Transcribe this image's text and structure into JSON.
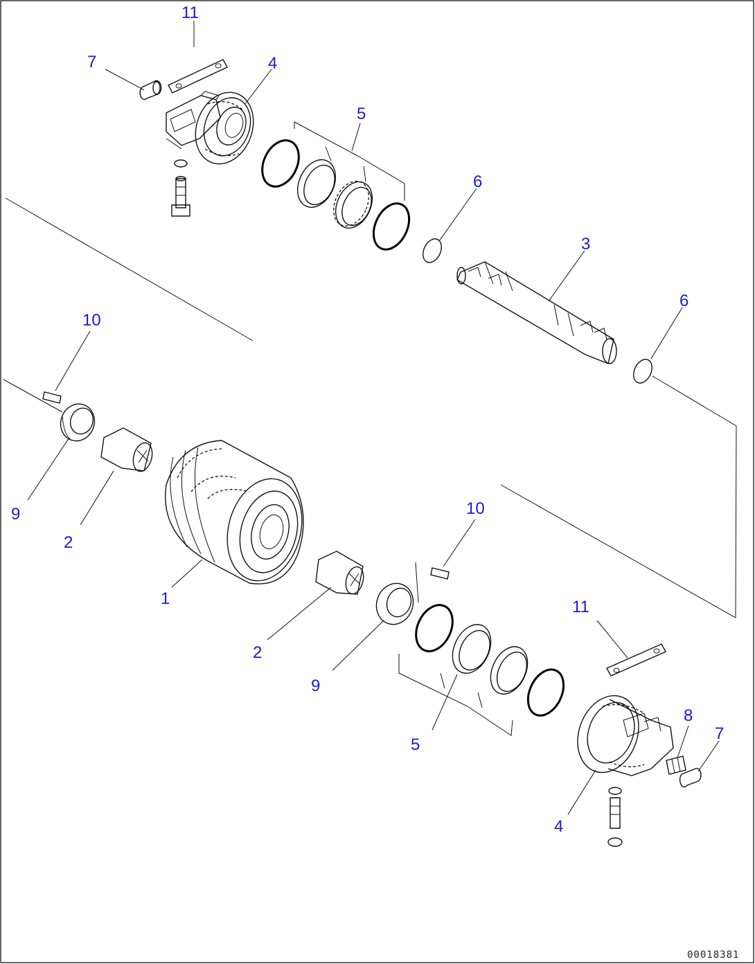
{
  "part_labels": {
    "p1": "1",
    "p2a": "2",
    "p2b": "2",
    "p3": "3",
    "p4a": "4",
    "p4b": "4",
    "p5a": "5",
    "p5b": "5",
    "p6a": "6",
    "p6b": "6",
    "p7a": "7",
    "p7b": "7",
    "p8": "8",
    "p9a": "9",
    "p9b": "9",
    "p10a": "10",
    "p10b": "10",
    "p11a": "11",
    "p11b": "11"
  },
  "drawing_code": "00018381",
  "colors": {
    "label": "#1a1ad6",
    "line": "#111111",
    "frame": "#333333"
  }
}
